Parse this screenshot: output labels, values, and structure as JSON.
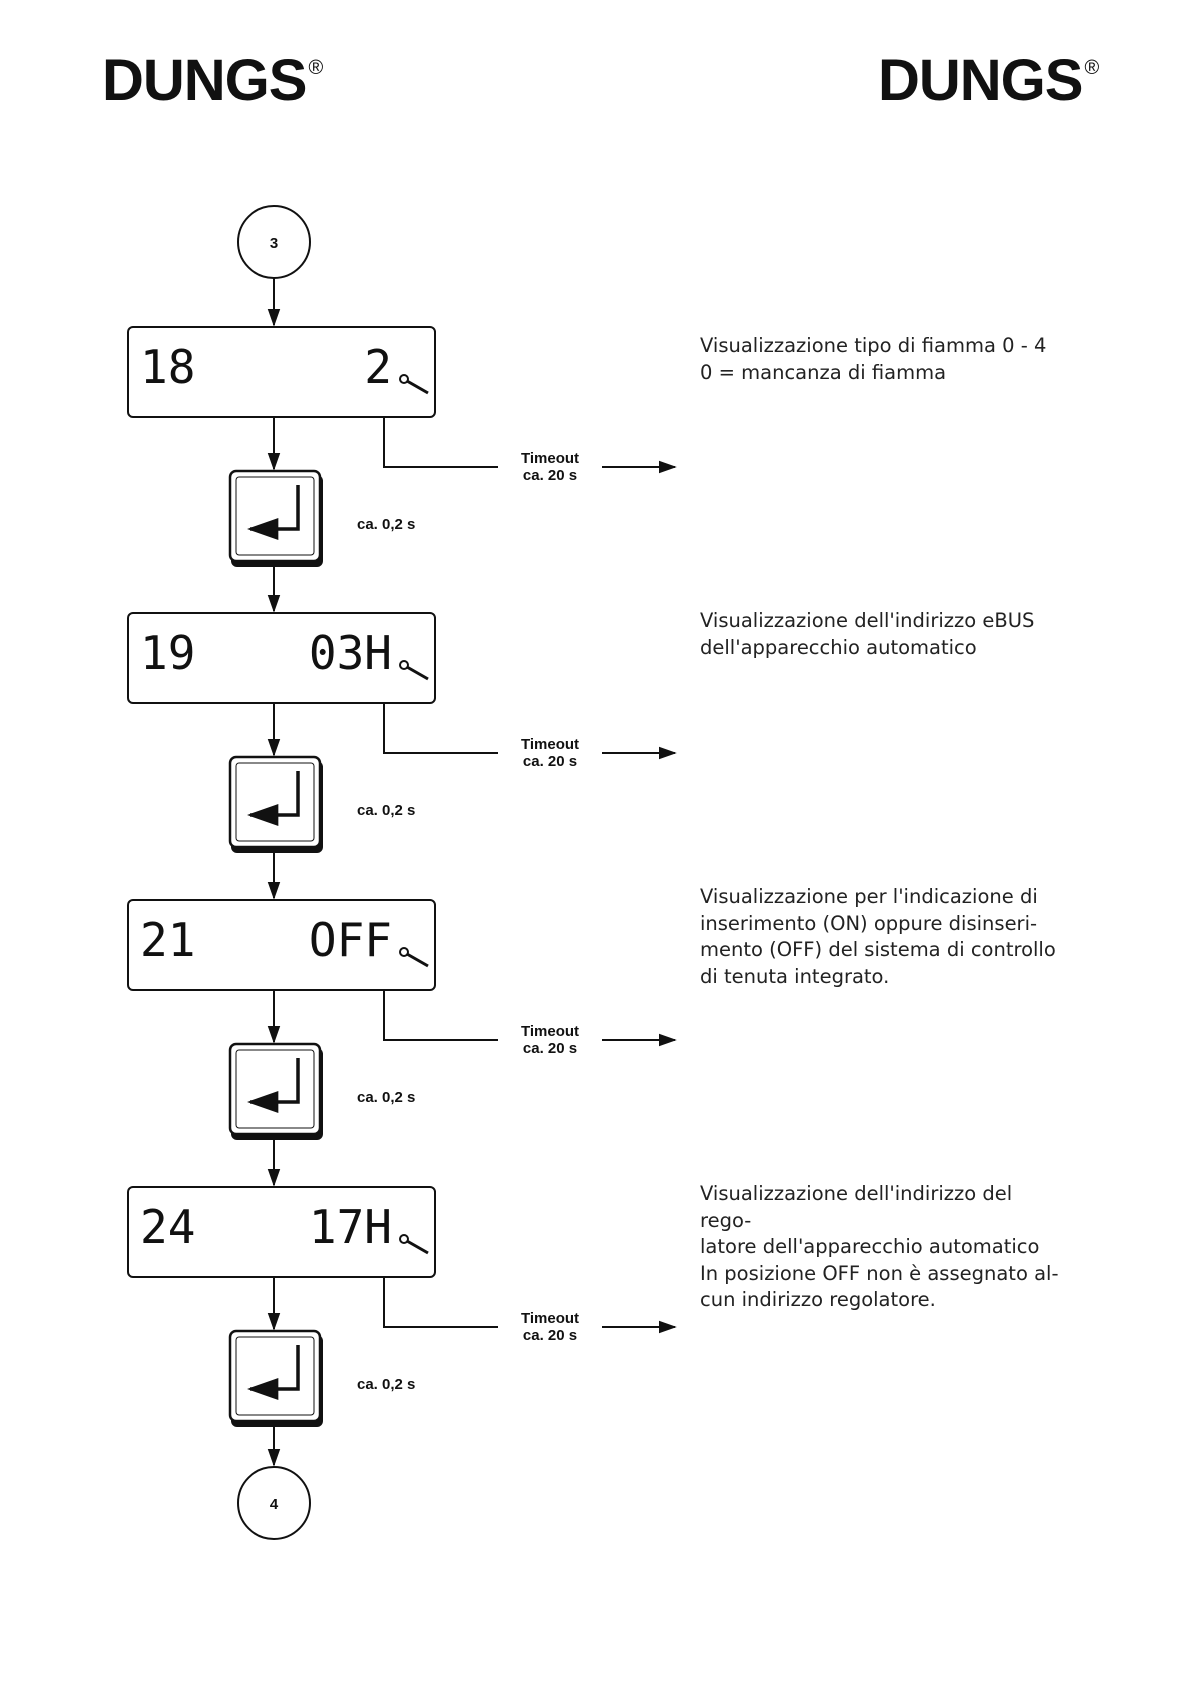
{
  "header": {
    "logo_left": "DUNGS",
    "logo_right": "DUNGS",
    "registered_mark": "®"
  },
  "flow": {
    "start_connector": "3",
    "end_connector": "4",
    "timeout_line1": "Timeout",
    "timeout_line2": "ca. 20 s",
    "press_time": "ca. 0,2 s",
    "steps": [
      {
        "code": "18",
        "value": "2"
      },
      {
        "code": "19",
        "value": "03H"
      },
      {
        "code": "21",
        "value": "OFF"
      },
      {
        "code": "24",
        "value": "17H"
      }
    ]
  },
  "descriptions": [
    "Visualizzazione tipo di fiamma 0 - 4\n0 = mancanza di fiamma",
    "Visualizzazione dell'indirizzo eBUS\ndell'apparecchio automatico",
    "Visualizzazione per l'indicazione di\ninserimento (ON) oppure disinseri-\nmento (OFF) del sistema di controllo\ndi tenuta integrato.",
    "Visualizzazione dell'indirizzo del rego-\nlatore dell'apparecchio automatico\nIn posizione OFF non è assegnato al-\ncun indirizzo regolatore."
  ],
  "icons": {
    "wrench": "wrench-icon",
    "enter": "enter-key-icon",
    "arrow": "arrow-right-icon"
  }
}
